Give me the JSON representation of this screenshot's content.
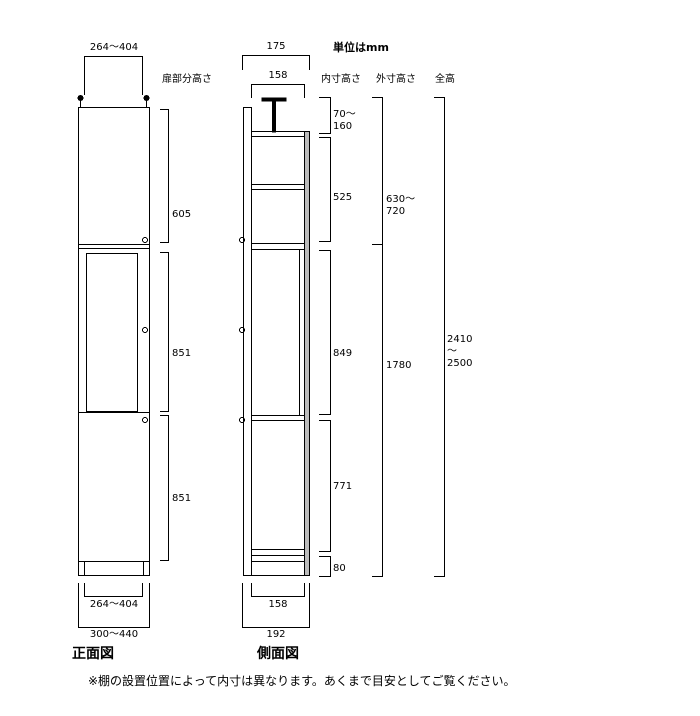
{
  "unit_label": "単位はmm",
  "headers": {
    "door_height": "扉部分高さ",
    "inner_height": "内寸高さ",
    "outer_height": "外寸高さ",
    "total_height": "全高"
  },
  "front_view": {
    "title": "正面図",
    "top_width": "264～404",
    "bottom_inner_width": "264～404",
    "bottom_outer_width": "300～440",
    "door_heights": [
      "605",
      "851",
      "851"
    ]
  },
  "side_view": {
    "title": "側面図",
    "top_outer_depth": "175",
    "top_inner_depth": "158",
    "bottom_inner_depth": "158",
    "bottom_outer_depth": "192"
  },
  "inner_heights": [
    "70～\n160",
    "525",
    "849",
    "771",
    "80"
  ],
  "outer_heights": [
    "630～\n720",
    "1780"
  ],
  "total_height": "2410\n～\n2500",
  "note": "※棚の設置位置によって内寸は異なります。あくまで目安としてご覧ください。"
}
